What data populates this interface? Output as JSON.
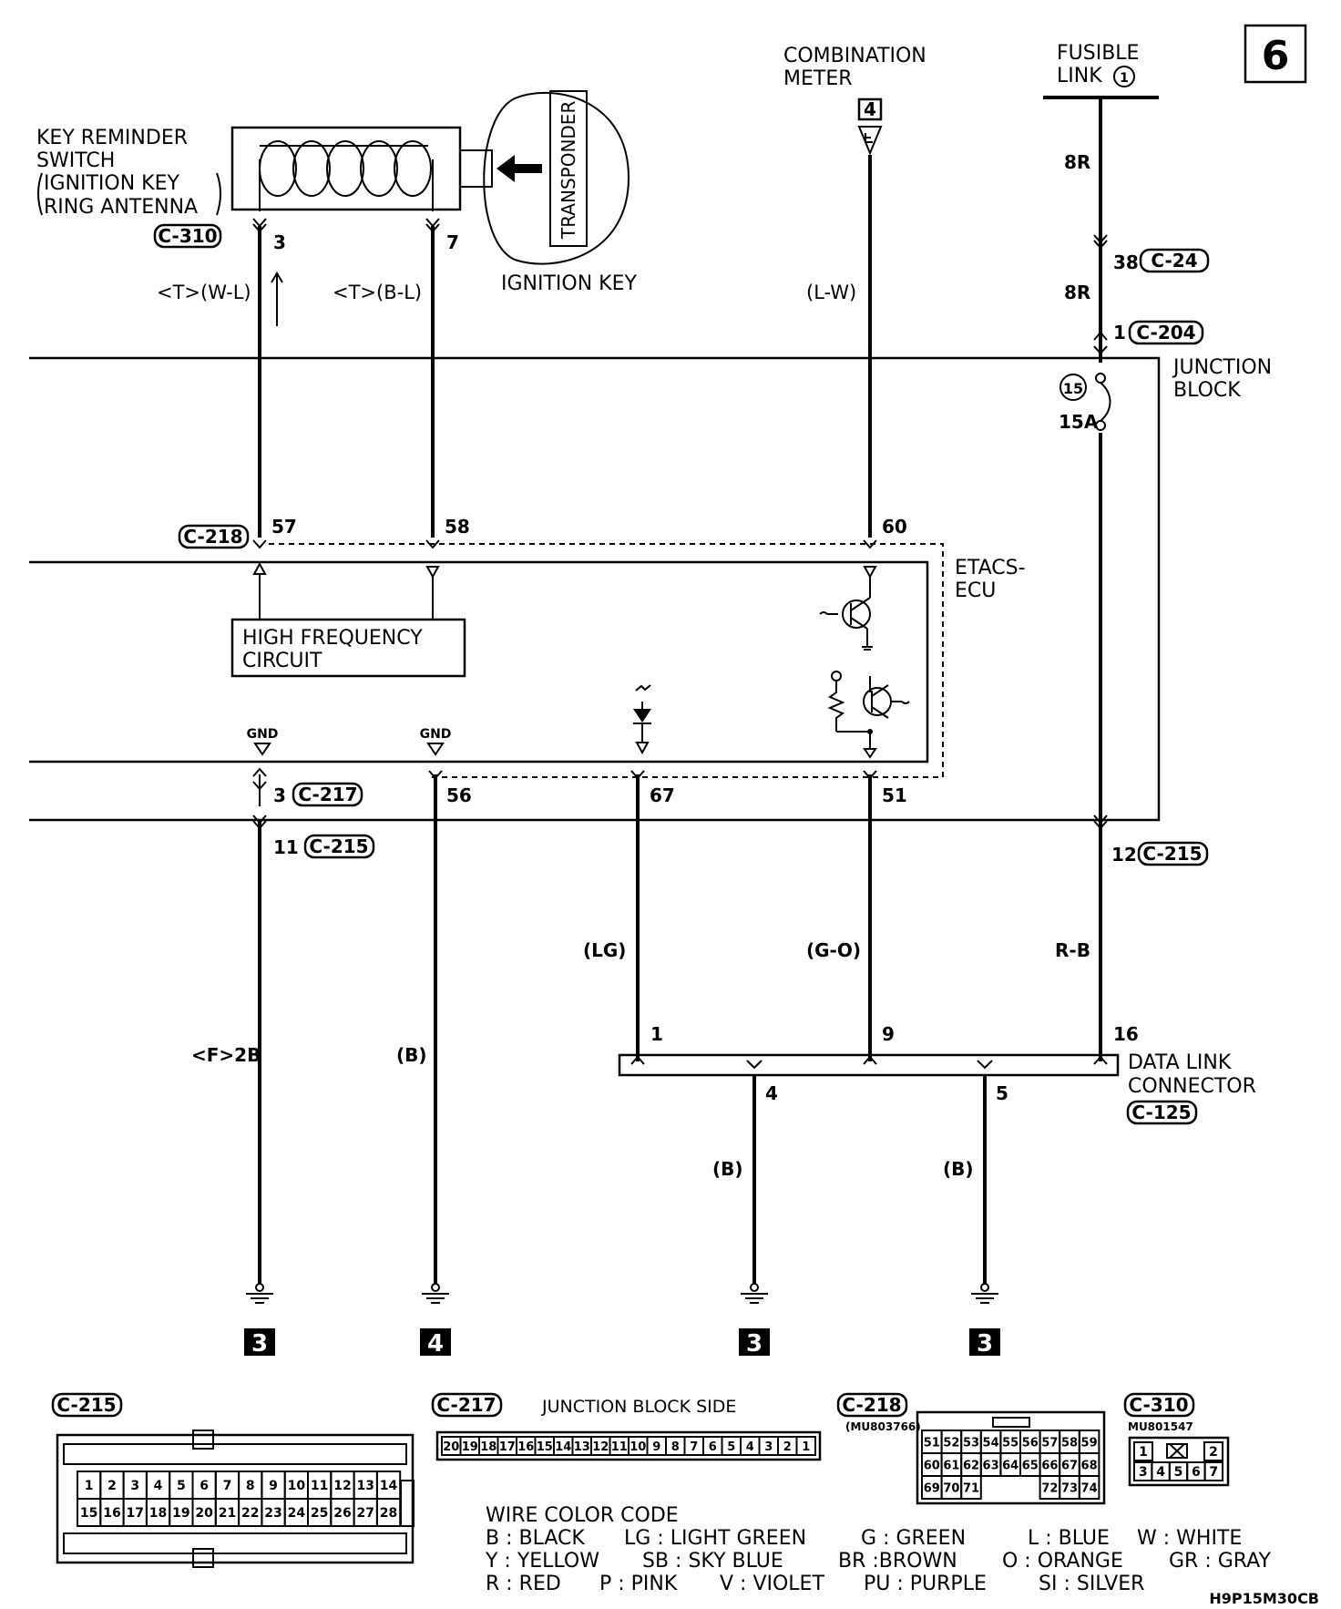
{
  "page_number": "6",
  "doc_code": "H9P15M30CB",
  "components": {
    "key_reminder_switch": {
      "lines": [
        "KEY REMINDER",
        "SWITCH",
        "IGNITION KEY",
        "RING ANTENNA"
      ],
      "connector": "C-310"
    },
    "transponder": "TRANSPONDER",
    "ignition_key": "IGNITION KEY",
    "combination_meter": {
      "lines": [
        "COMBINATION",
        "METER"
      ],
      "pin": "4"
    },
    "fusible_link": {
      "lines": [
        "FUSIBLE",
        "LINK"
      ],
      "number": "1"
    },
    "junction_block": {
      "lines": [
        "JUNCTION",
        "BLOCK"
      ],
      "fuse_number": "15",
      "fuse_rating": "15A"
    },
    "etacs_ecu": {
      "lines": [
        "ETACS-",
        "ECU"
      ]
    },
    "high_frequency_circuit": {
      "lines": [
        "HIGH FREQUENCY",
        "CIRCUIT"
      ]
    },
    "data_link_connector": {
      "lines": [
        "DATA LINK",
        "CONNECTOR"
      ],
      "connector": "C-125"
    }
  },
  "pins": {
    "ksw_3": "3",
    "ksw_7": "7",
    "c24_38": "38",
    "c24": "C-24",
    "c204_1": "1",
    "c204": "C-204",
    "c218": "C-218",
    "p57": "57",
    "p58": "58",
    "p60": "60",
    "gnd1": "GND",
    "gnd2": "GND",
    "p3": "3",
    "c217": "C-217",
    "p56": "56",
    "p67": "67",
    "p51": "51",
    "p11": "11",
    "c215a": "C-215",
    "p12": "12",
    "c215b": "C-215",
    "dlc1": "1",
    "dlc9": "9",
    "dlc16": "16",
    "dlc4": "4",
    "dlc5": "5"
  },
  "wires": {
    "w_wl": "<T>(W-L)",
    "w_bl": "<T>(B-L)",
    "w_lw": "(L-W)",
    "w_8r_a": "8R",
    "w_8r_b": "8R",
    "w_lg": "(LG)",
    "w_go": "(G-O)",
    "w_rb": "R-B",
    "w_2b": "<F>2B",
    "w_b1": "(B)",
    "w_b2": "(B)",
    "w_b3": "(B)"
  },
  "grounds": [
    "3",
    "4",
    "3",
    "3"
  ],
  "connector_views": {
    "c215": {
      "label": "C-215",
      "row1": [
        "1",
        "2",
        "3",
        "4",
        "5",
        "6",
        "7",
        "8",
        "9",
        "10",
        "11",
        "12",
        "13",
        "14"
      ],
      "row2": [
        "15",
        "16",
        "17",
        "18",
        "19",
        "20",
        "21",
        "22",
        "23",
        "24",
        "25",
        "26",
        "27",
        "28"
      ]
    },
    "c217": {
      "label": "C-217",
      "title": "JUNCTION BLOCK SIDE",
      "row": [
        "20",
        "19",
        "18",
        "17",
        "16",
        "15",
        "14",
        "13",
        "12",
        "11",
        "10",
        "9",
        "8",
        "7",
        "6",
        "5",
        "4",
        "3",
        "2",
        "1"
      ]
    },
    "c218": {
      "label": "C-218",
      "part": "(MU803766)",
      "row1": [
        "51",
        "52",
        "53",
        "54",
        "55",
        "56",
        "57",
        "58",
        "59"
      ],
      "row2": [
        "60",
        "61",
        "62",
        "63",
        "64",
        "65",
        "66",
        "67",
        "68"
      ],
      "row3": [
        "69",
        "70",
        "71",
        "",
        "",
        "",
        "72",
        "73",
        "74"
      ]
    },
    "c310": {
      "label": "C-310",
      "part": "MU801547",
      "row1": [
        "1",
        "2"
      ],
      "row2": [
        "3",
        "4",
        "5",
        "6",
        "7"
      ]
    }
  },
  "wire_color_code": {
    "title": "WIRE COLOR CODE",
    "row1": [
      "B : BLACK",
      "LG : LIGHT GREEN",
      "G : GREEN",
      "L : BLUE",
      "W : WHITE"
    ],
    "row2": [
      "Y : YELLOW",
      "SB : SKY BLUE",
      "BR :BROWN",
      "O : ORANGE",
      "GR : GRAY"
    ],
    "row3": [
      "R : RED",
      "P : PINK",
      "V : VIOLET",
      "PU : PURPLE",
      "SI : SILVER"
    ]
  }
}
